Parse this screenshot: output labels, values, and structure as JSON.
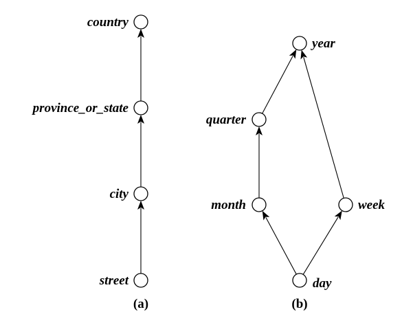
{
  "panels": {
    "a": {
      "caption": "(a)",
      "nodes": {
        "country": "country",
        "province_or_state": "province_or_state",
        "city": "city",
        "street": "street"
      }
    },
    "b": {
      "caption": "(b)",
      "nodes": {
        "year": "year",
        "quarter": "quarter",
        "month": "month",
        "week": "week",
        "day": "day"
      }
    }
  },
  "edges": [
    {
      "from": "street",
      "to": "city"
    },
    {
      "from": "city",
      "to": "province_or_state"
    },
    {
      "from": "province_or_state",
      "to": "country"
    },
    {
      "from": "day",
      "to": "month"
    },
    {
      "from": "day",
      "to": "week"
    },
    {
      "from": "month",
      "to": "quarter"
    },
    {
      "from": "quarter",
      "to": "year"
    },
    {
      "from": "week",
      "to": "year"
    }
  ],
  "colors": {
    "stroke": "#000000",
    "background": "#ffffff"
  }
}
